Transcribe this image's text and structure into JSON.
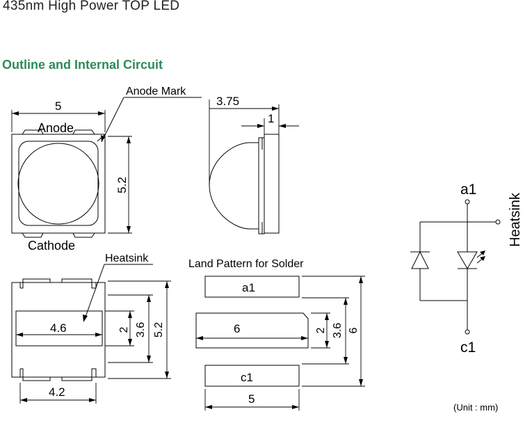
{
  "document_title": "435nm High Power TOP LED",
  "section_title": "Outline and Internal Circuit",
  "top_view": {
    "anode_mark_label": "Anode Mark",
    "anode_label": "Anode",
    "cathode_label": "Cathode",
    "width_dim": "5",
    "height_dim": "5.2"
  },
  "side_view": {
    "depth_dim": "3.75",
    "lead_dim": "1"
  },
  "bottom_view": {
    "heatsink_label": "Heatsink",
    "heatsink_width_dim": "4.6",
    "heatsink_height_dim": "2",
    "pad_span_dim": "3.6",
    "total_height_dim": "5.2",
    "width_dim": "4.2"
  },
  "land_pattern": {
    "title": "Land Pattern for Solder",
    "pad_top_label": "a1",
    "pad_middle_label": "6",
    "pad_bottom_label": "c1",
    "middle_height_dim": "2",
    "pad_span_dim": "3.6",
    "total_height_dim": "6",
    "width_dim": "5"
  },
  "circuit": {
    "anode_terminal": "a1",
    "cathode_terminal": "c1",
    "heatsink_label": "Heatsink"
  },
  "unit_note": "(Unit : mm)"
}
